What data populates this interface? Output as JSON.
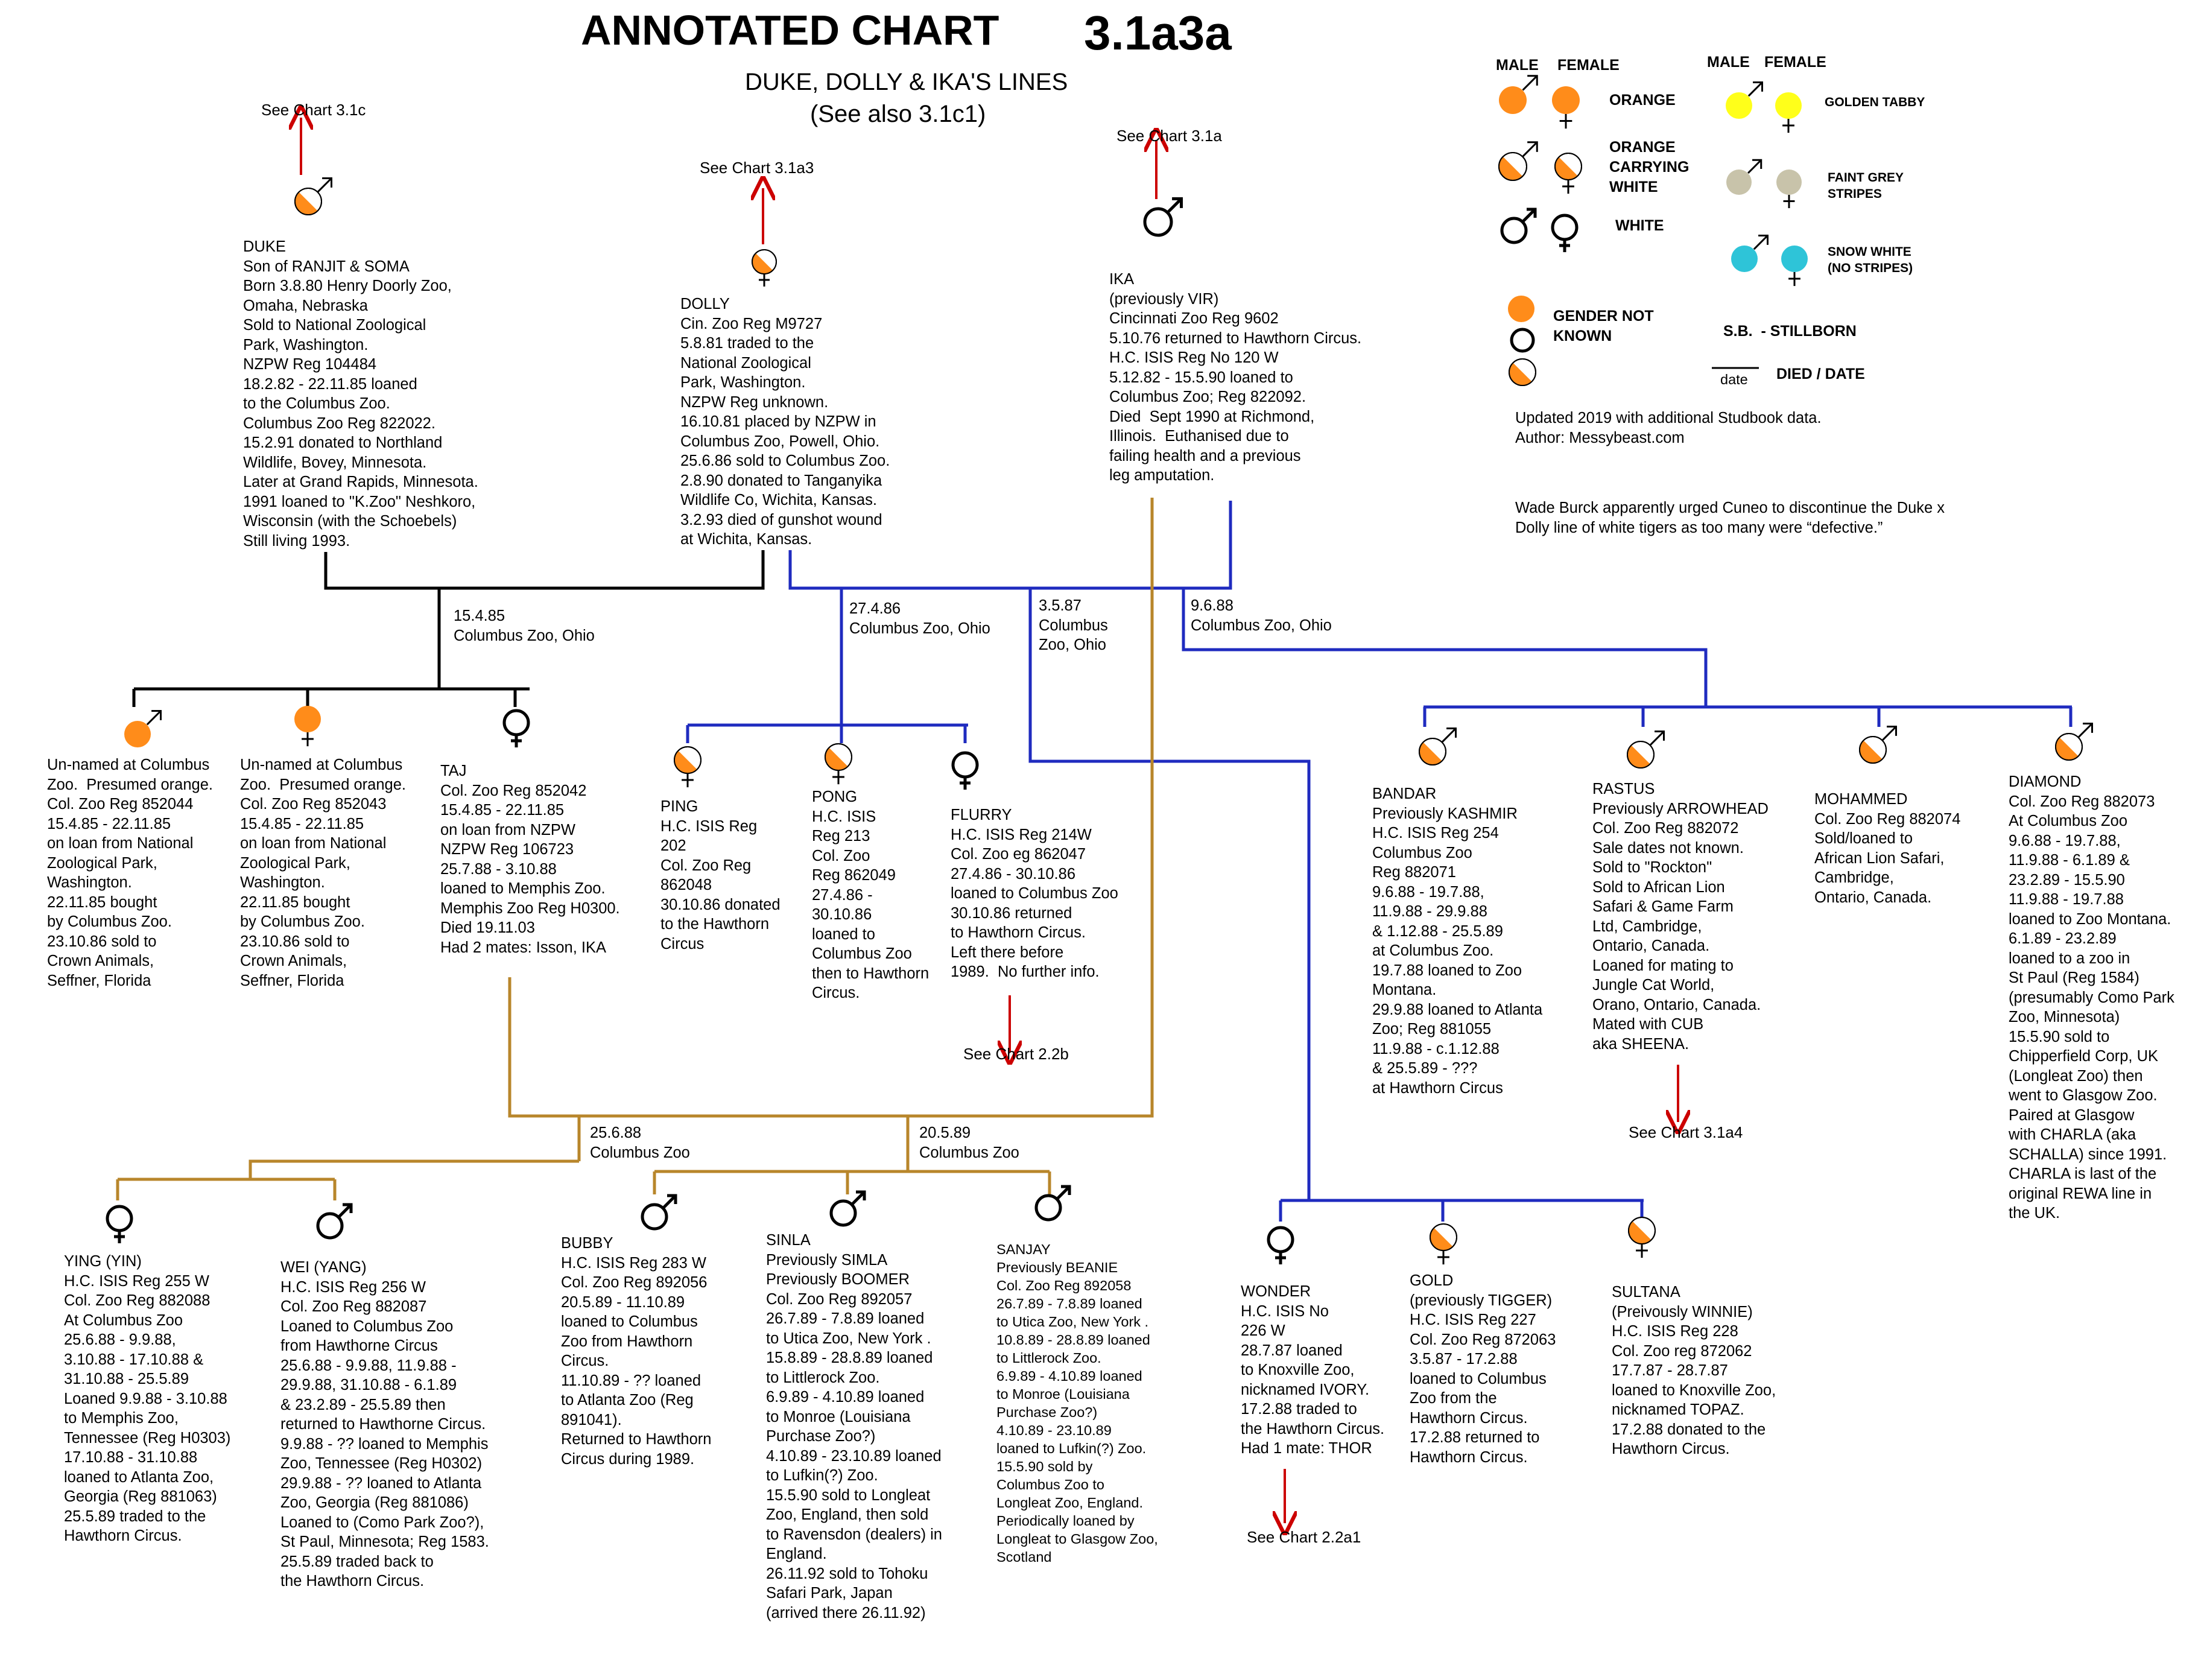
{
  "title": {
    "main": "ANNOTATED CHART",
    "number": "3.1a3a",
    "subtitle": "DUKE, DOLLY & IKA'S LINES",
    "see_also": "(See also 3.1c1)"
  },
  "colors": {
    "orange": "#ff8c1a",
    "golden_tabby": "#ffff1a",
    "faint_grey": "#c8c3aa",
    "snow_white": "#2ec4d8",
    "black_line": "#000000",
    "blue_line": "#1f2bbf",
    "brown_line": "#b8862b",
    "arrow_red": "#cc0000"
  },
  "legend": {
    "male": "MALE",
    "female": "FEMALE",
    "orange": "ORANGE",
    "orange_white": "ORANGE\nCARRYING\nWHITE",
    "white": "WHITE",
    "golden_tabby": "GOLDEN TABBY",
    "faint_grey": "FAINT GREY\nSTRIPES",
    "snow_white": "SNOW WHITE\n(NO STRIPES)",
    "gender_unknown": "GENDER NOT\nKNOWN",
    "stillborn": "S.B.  - STILLBORN",
    "date_small": "date",
    "died": "DIED / DATE",
    "updated": "Updated 2019 with additional Studbook data.\nAuthor: Messybeast.com",
    "note": "Wade Burck apparently urged Cuneo to discontinue the Duke x\nDolly line of white tigers as too many were “defective.”"
  },
  "refs": {
    "duke": "See Chart 3.1c",
    "dolly": "See Chart 3.1a3",
    "ika": "See Chart 3.1a",
    "flurry": "See Chart 2.2b",
    "rastus": "See Chart 3.1a4",
    "wonder": "See Chart 2.2a1"
  },
  "matings": {
    "m1": "15.4.85\nColumbus Zoo, Ohio",
    "m2": "27.4.86\nColumbus Zoo, Ohio",
    "m3": "3.5.87\nColumbus\nZoo, Ohio",
    "m4": "9.6.88\nColumbus Zoo, Ohio",
    "m5": "25.6.88\nColumbus Zoo",
    "m6": "20.5.89\nColumbus Zoo"
  },
  "tigers": {
    "duke": "DUKE\nSon of RANJIT & SOMA\nBorn 3.8.80 Henry Doorly Zoo,\nOmaha, Nebraska\nSold to National Zoological\nPark, Washington.\nNZPW Reg 104484\n18.2.82 - 22.11.85 loaned\nto the Columbus Zoo.\nColumbus Zoo Reg 822022.\n15.2.91 donated to Northland\nWildlife, Bovey, Minnesota.\nLater at Grand Rapids, Minnesota.\n1991 loaned to \"K.Zoo\" Neshkoro,\nWisconsin (with the Schoebels)\nStill living 1993.",
    "dolly": "DOLLY\nCin. Zoo Reg M9727\n5.8.81 traded to the\nNational Zoological\nPark, Washington.\nNZPW Reg unknown.\n16.10.81 placed by NZPW in\nColumbus Zoo, Powell, Ohio.\n25.6.86 sold to Columbus Zoo.\n2.8.90 donated to Tanganyika\nWildlife Co, Wichita, Kansas.\n3.2.93 died of gunshot wound\nat Wichita, Kansas.",
    "ika": "IKA\n(previously VIR)\nCincinnati Zoo Reg 9602\n5.10.76 returned to Hawthorn Circus.\nH.C. ISIS Reg No 120 W\n5.12.82 - 15.5.90 loaned to\nColumbus Zoo; Reg 822092.\nDied  Sept 1990 at Richmond,\nIllinois.  Euthanised due to\nfailing health and a previous\nleg amputation.",
    "unnamed1": "Un-named at Columbus\nZoo.  Presumed orange.\nCol. Zoo Reg 852044\n15.4.85 - 22.11.85\non loan from National\nZoological Park,\nWashington.\n22.11.85 bought\nby Columbus Zoo.\n23.10.86 sold to\nCrown Animals,\nSeffner, Florida",
    "unnamed2": "Un-named at Columbus\nZoo.  Presumed orange.\nCol. Zoo Reg 852043\n15.4.85 - 22.11.85\non loan from National\nZoological Park,\nWashington.\n22.11.85 bought\nby Columbus Zoo.\n23.10.86 sold to\nCrown Animals,\nSeffner, Florida",
    "taj": "TAJ\nCol. Zoo Reg 852042\n15.4.85 - 22.11.85\non loan from NZPW\nNZPW Reg 106723\n25.7.88 - 3.10.88\nloaned to Memphis Zoo.\nMemphis Zoo Reg H0300.\nDied 19.11.03\nHad 2 mates: Isson, IKA",
    "ping": "PING\nH.C. ISIS Reg\n202\nCol. Zoo Reg\n862048\n30.10.86 donated\nto the Hawthorn\nCircus",
    "pong": "PONG\nH.C. ISIS\nReg 213\nCol. Zoo\nReg 862049\n27.4.86 -\n30.10.86\nloaned to\nColumbus Zoo\nthen to Hawthorn\nCircus.",
    "flurry": "FLURRY\nH.C. ISIS Reg 214W\nCol. Zoo eg 862047\n27.4.86 - 30.10.86\nloaned to Columbus Zoo\n30.10.86 returned\nto Hawthorn Circus.\nLeft there before\n1989.  No further info.",
    "bandar": "BANDAR\nPreviously KASHMIR\nH.C. ISIS Reg 254\nColumbus Zoo\nReg 882071\n9.6.88 - 19.7.88,\n11.9.88 - 29.9.88\n& 1.12.88 - 25.5.89\nat Columbus Zoo.\n19.7.88 loaned to Zoo\nMontana.\n29.9.88 loaned to Atlanta\nZoo; Reg 881055\n11.9.88 - c.1.12.88\n& 25.5.89 - ???\nat Hawthorn Circus",
    "rastus": "RASTUS\nPreviously ARROWHEAD\nCol. Zoo Reg 882072\nSale dates not known.\nSold to \"Rockton\"\nSold to African Lion\nSafari & Game Farm\nLtd, Cambridge,\nOntario, Canada.\nLoaned for mating to\nJungle Cat World,\nOrano, Ontario, Canada.\nMated with CUB\naka SHEENA.",
    "mohammed": "MOHAMMED\nCol. Zoo Reg 882074\nSold/loaned to\nAfrican Lion Safari,\nCambridge,\nOntario, Canada.",
    "diamond": "DIAMOND\nCol. Zoo Reg 882073\nAt Columbus Zoo\n9.6.88 - 19.7.88,\n11.9.88 - 6.1.89 &\n23.2.89 - 15.5.90\n11.9.88 - 19.7.88\nloaned to Zoo Montana.\n6.1.89 - 23.2.89\nloaned to a zoo in\nSt Paul (Reg 1584)\n(presumably Como Park\nZoo, Minnesota)\n15.5.90 sold to\nChipperfield Corp, UK\n(Longleat Zoo) then\nwent to Glasgow Zoo.\nPaired at Glasgow\nwith CHARLA (aka\nSCHALLA) since 1991.\nCHARLA is last of the\noriginal REWA line in\nthe UK.",
    "ying": "YING (YIN)\nH.C. ISIS Reg 255 W\nCol. Zoo Reg 882088\nAt Columbus Zoo\n25.6.88 - 9.9.88,\n3.10.88 - 17.10.88 &\n31.10.88 - 25.5.89\nLoaned 9.9.88 - 3.10.88\nto Memphis Zoo,\nTennessee (Reg H0303)\n17.10.88 - 31.10.88\nloaned to Atlanta Zoo,\nGeorgia (Reg 881063)\n25.5.89 traded to the\nHawthorn Circus.",
    "wei": "WEI (YANG)\nH.C. ISIS Reg 256 W\nCol. Zoo Reg 882087\nLoaned to Columbus Zoo\nfrom Hawthorne Circus\n25.6.88 - 9.9.88, 11.9.88 -\n29.9.88, 31.10.88 - 6.1.89\n& 23.2.89 - 25.5.89 then\nreturned to Hawthorne Circus.\n9.9.88 - ?? loaned to Memphis\nZoo, Tennessee (Reg H0302)\n29.9.88 - ?? loaned to Atlanta\nZoo, Georgia (Reg 881086)\nLoaned to (Como Park Zoo?),\nSt Paul, Minnesota; Reg 1583.\n25.5.89 traded back to\nthe Hawthorn Circus.",
    "bubby": "BUBBY\nH.C. ISIS Reg 283 W\nCol. Zoo Reg 892056\n20.5.89 - 11.10.89\nloaned to Columbus\nZoo from Hawthorn\nCircus.\n11.10.89 - ?? loaned\nto Atlanta Zoo (Reg\n891041).\nReturned to Hawthorn\nCircus during 1989.",
    "sinla": "SINLA\nPreviously SIMLA\nPreviously BOOMER\nCol. Zoo Reg 892057\n26.7.89 - 7.8.89 loaned\nto Utica Zoo, New York .\n15.8.89 - 28.8.89 loaned\nto Littlerock Zoo.\n6.9.89 - 4.10.89 loaned\nto Monroe (Louisiana\nPurchase Zoo?)\n4.10.89 - 23.10.89 loaned\nto Lufkin(?) Zoo.\n15.5.90 sold to Longleat\nZoo, England, then sold\nto Ravensdon (dealers) in\nEngland.\n26.11.92 sold to Tohoku\nSafari Park, Japan\n(arrived there 26.11.92)",
    "sanjay": "SANJAY\nPreviously BEANIE\nCol. Zoo Reg 892058\n26.7.89 - 7.8.89 loaned\nto Utica Zoo, New York .\n10.8.89 - 28.8.89 loaned\nto Littlerock Zoo.\n6.9.89 - 4.10.89 loaned\nto Monroe (Louisiana\nPurchase Zoo?)\n4.10.89 - 23.10.89\nloaned to Lufkin(?) Zoo.\n15.5.90 sold by\nColumbus Zoo to\nLongleat Zoo, England.\nPeriodically loaned by\nLongleat to Glasgow Zoo,\nScotland",
    "wonder": "WONDER\nH.C. ISIS No\n226 W\n28.7.87 loaned\nto Knoxville Zoo,\nnicknamed IVORY.\n17.2.88 traded to\nthe Hawthorn Circus.\nHad 1 mate: THOR",
    "gold": "GOLD\n(previously TIGGER)\nH.C. ISIS Reg 227\nCol. Zoo Reg 872063\n3.5.87 - 17.2.88\nloaned to Columbus\nZoo from the\nHawthorn Circus.\n17.2.88 returned to\nHawthorn Circus.",
    "sultana": "SULTANA\n(Preivously WINNIE)\nH.C. ISIS Reg 228\nCol. Zoo reg 872062\n17.7.87 - 28.7.87\nloaned to Knoxville Zoo,\nnicknamed TOPAZ.\n17.2.88 donated to the\nHawthorn Circus."
  }
}
